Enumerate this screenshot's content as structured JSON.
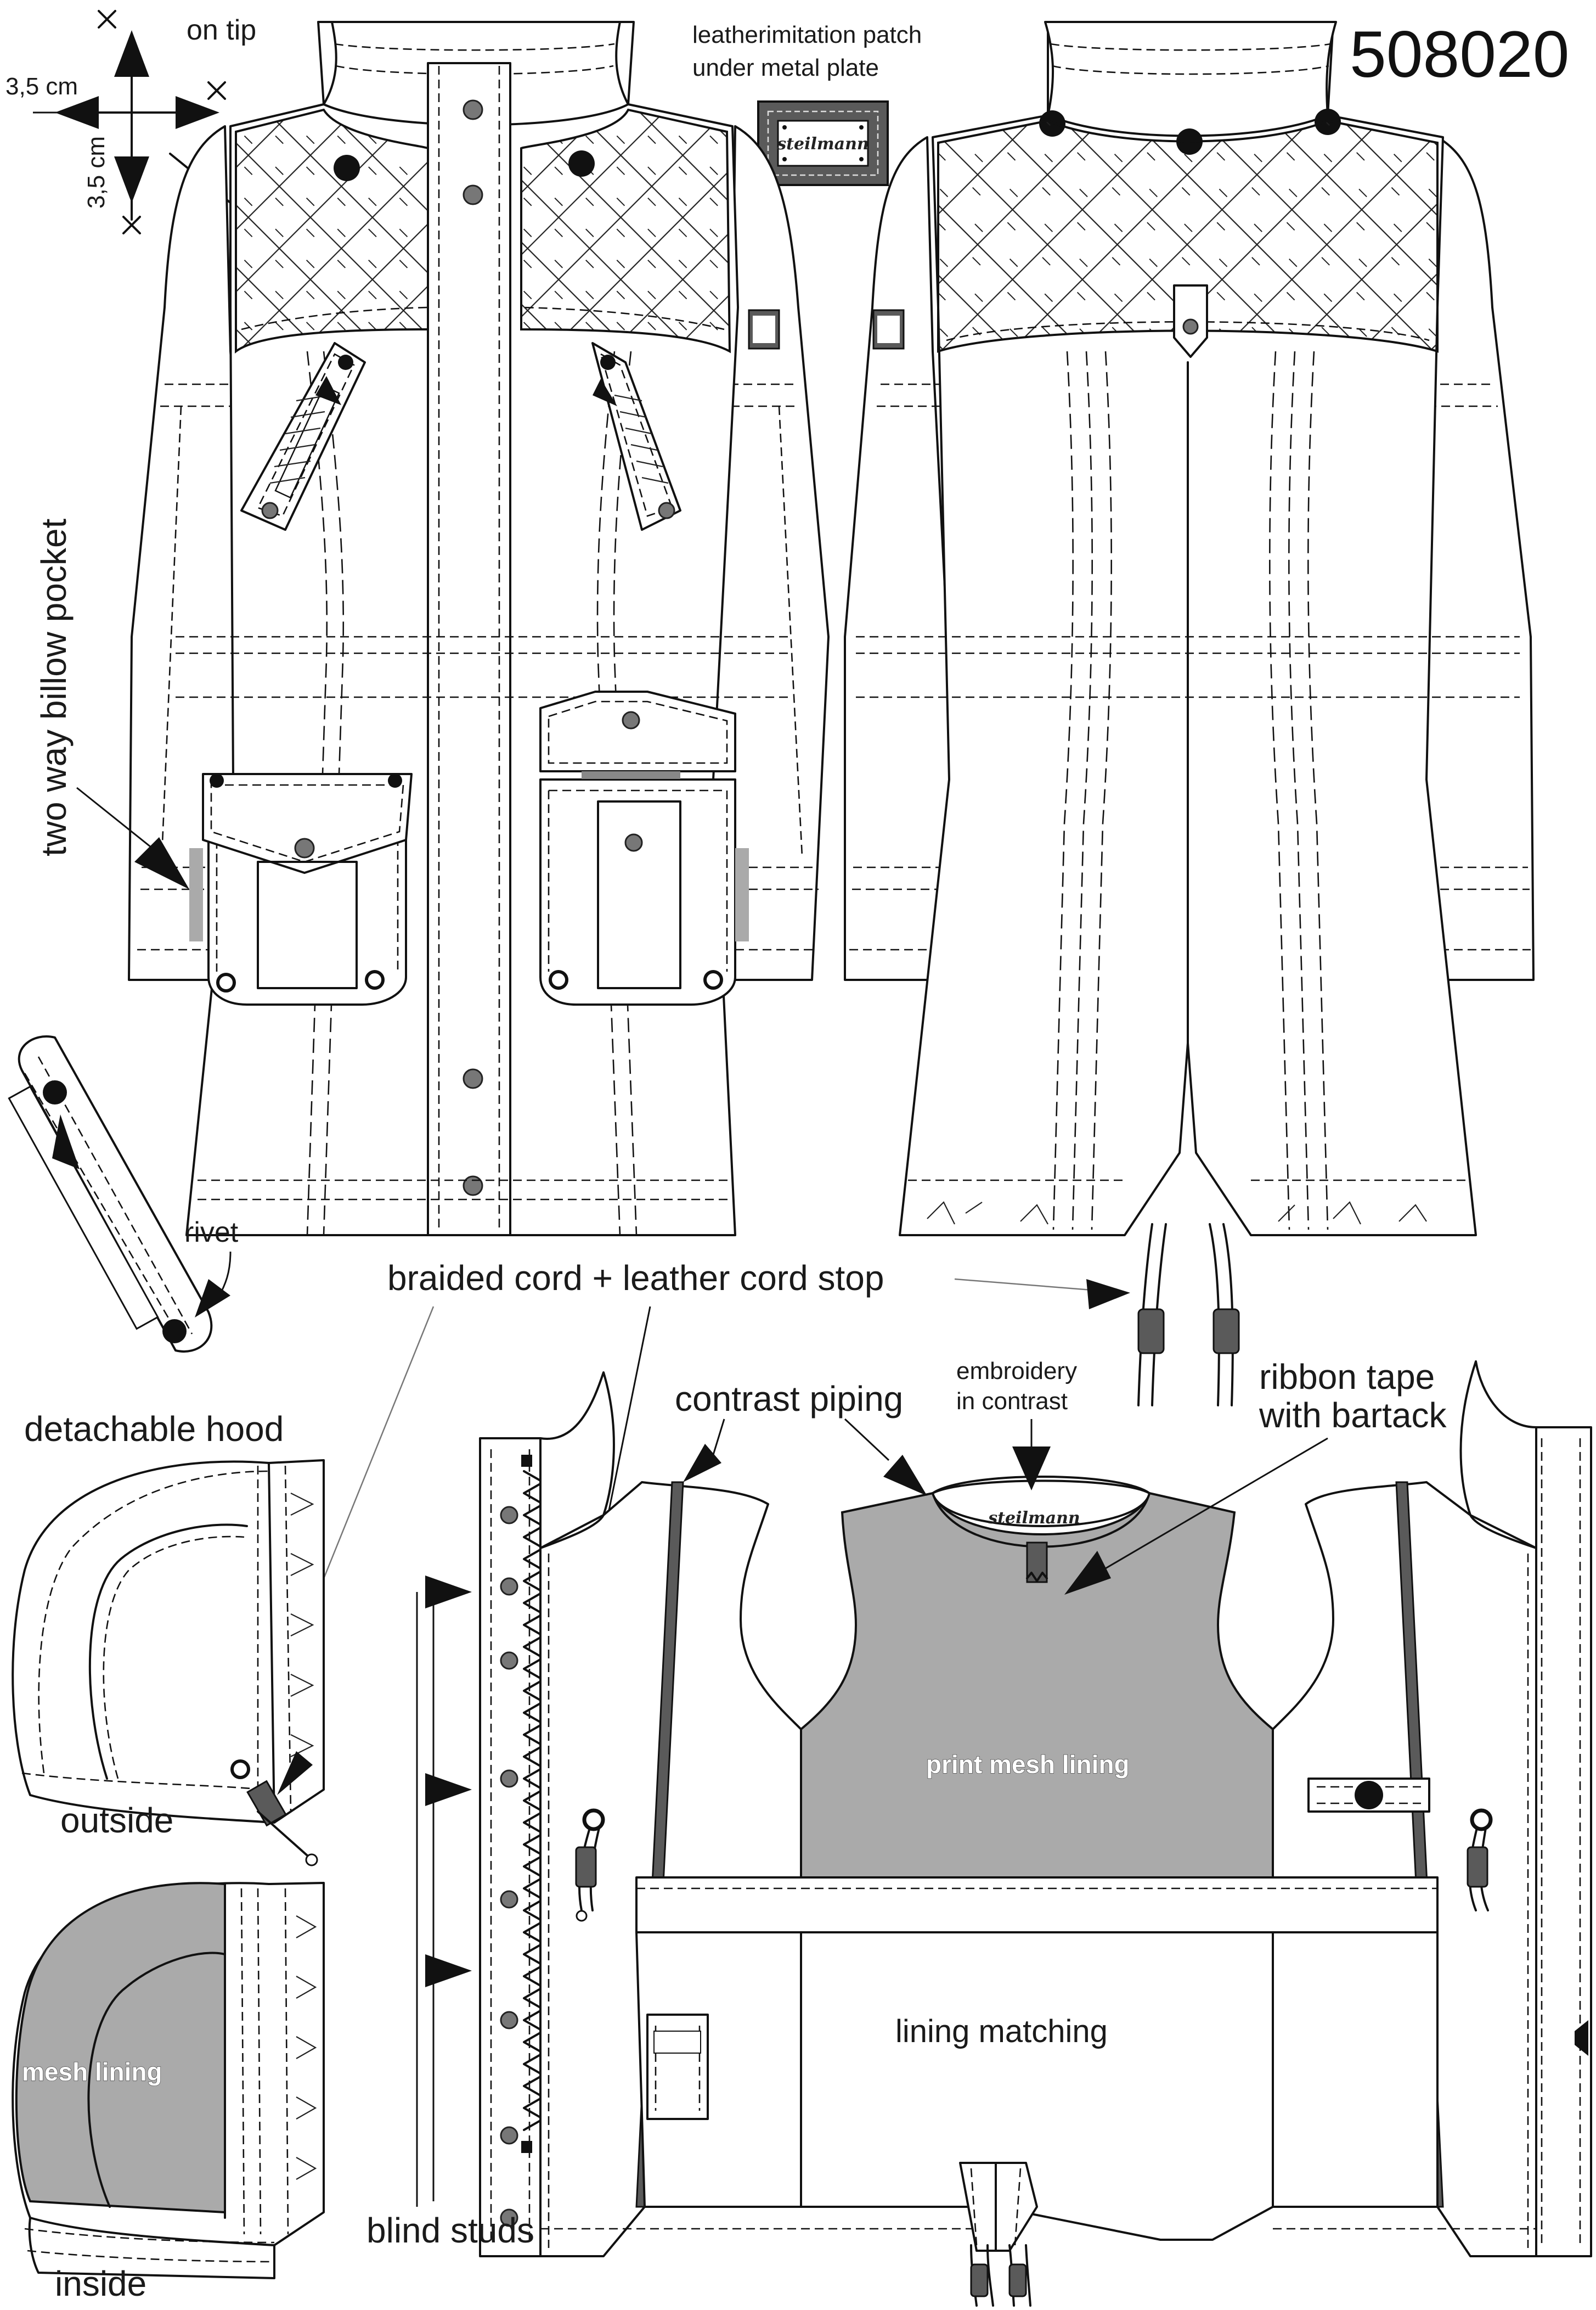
{
  "diagram": {
    "style_number": "508020",
    "brand_mark": "steilmann",
    "annotations": {
      "on_tip": "on tip",
      "size_horizontal": "3,5 cm",
      "size_vertical": "3,5 cm",
      "patch_line1": "leatherimitation patch",
      "patch_line2": "under metal plate",
      "billow_pocket": "two way billow pocket",
      "rivet": "rivet",
      "braided_cord": "braided cord + leather cord stop",
      "contrast_piping": "contrast piping",
      "embroidery_line1": "embroidery",
      "embroidery_line2": "in contrast",
      "ribbon_line1": "ribbon tape",
      "ribbon_line2": "with bartack",
      "detachable_hood": "detachable hood",
      "outside": "outside",
      "mesh_lining": "mesh lining",
      "inside": "inside",
      "print_mesh_lining": "print mesh lining",
      "lining_matching": "lining matching",
      "blind_studs": "blind studs"
    },
    "colors": {
      "outline": "#111111",
      "mesh_grey": "#aaaaaa",
      "piping_dark": "#5a5a5a",
      "stud_grey": "#777777"
    }
  }
}
